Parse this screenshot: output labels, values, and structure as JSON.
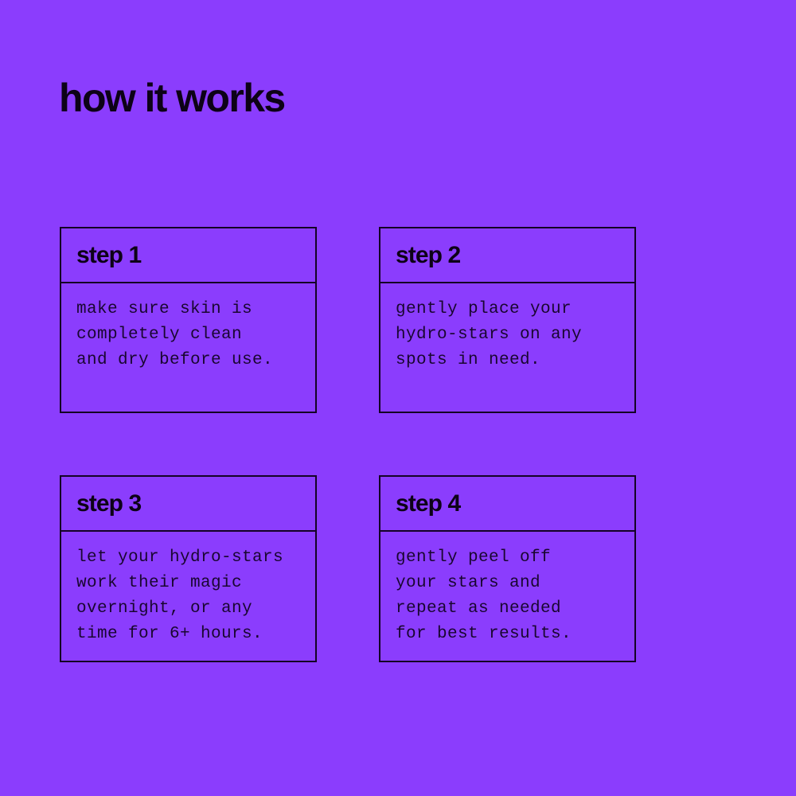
{
  "theme": {
    "background_color": "#8b3dfd",
    "ink_color": "#0d0217",
    "border_color": "#140325",
    "body_text_color": "#190630"
  },
  "header": {
    "title": "how it works"
  },
  "steps": [
    {
      "label": "step 1",
      "text": "make sure skin is\ncompletely clean\nand dry before use."
    },
    {
      "label": "step 2",
      "text": "gently place your\nhydro-stars on any\nspots in need."
    },
    {
      "label": "step 3",
      "text": "let your hydro-stars\nwork their magic\novernight, or any\ntime for 6+ hours."
    },
    {
      "label": "step 4",
      "text": "gently peel off\nyour stars and\nrepeat as needed\nfor best results."
    }
  ]
}
